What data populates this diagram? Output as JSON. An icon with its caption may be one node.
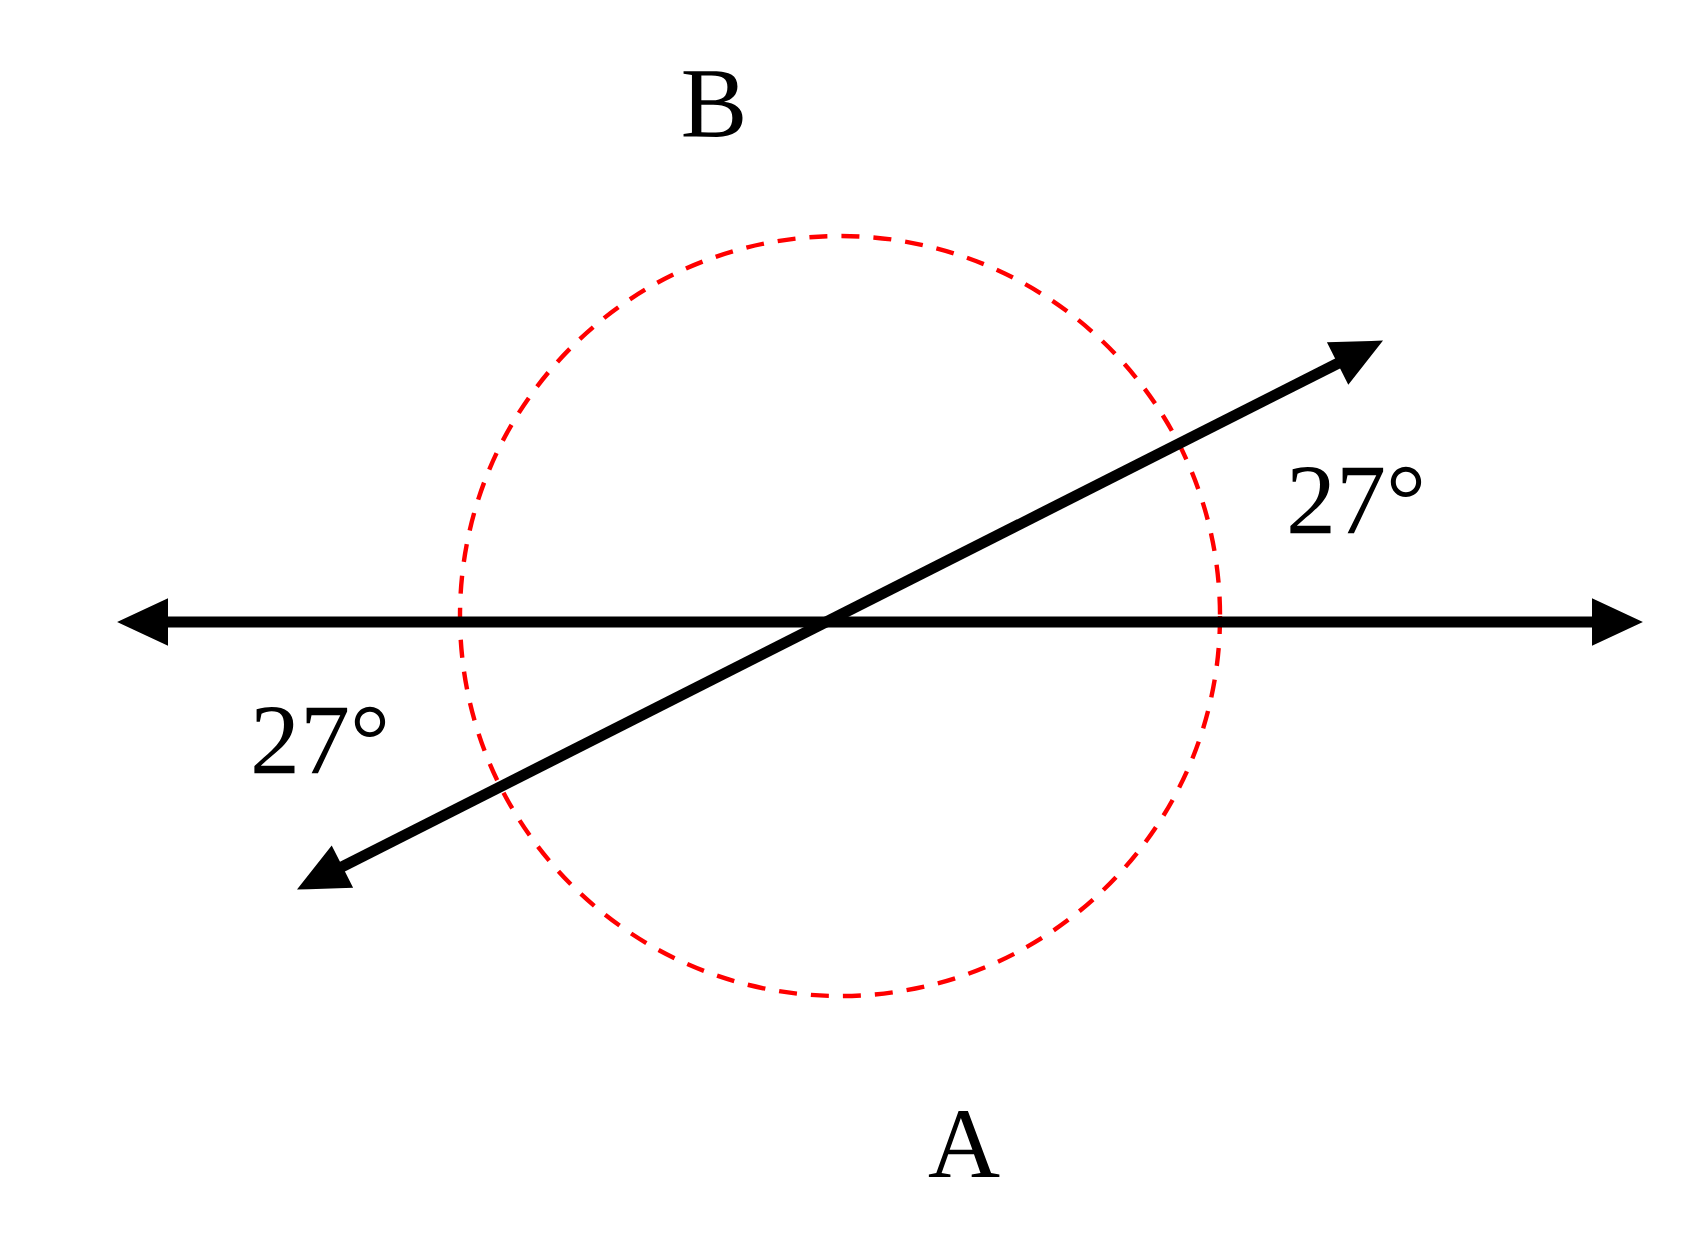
{
  "diagram": {
    "labels": [
      "B",
      "27°",
      "27°",
      "A"
    ]
  }
}
